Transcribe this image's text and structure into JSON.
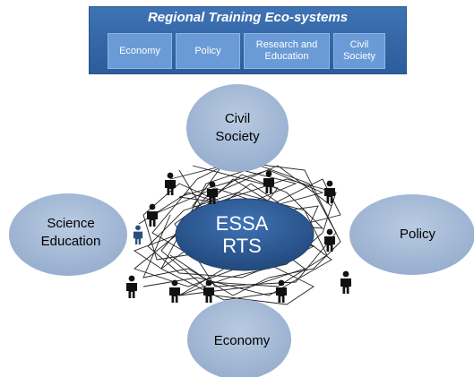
{
  "banner": {
    "title": "Regional Training Eco-systems",
    "boxes": [
      "Economy",
      "Policy",
      "Research and\nEducation",
      "Civil\nSociety"
    ]
  },
  "center": {
    "label": "ESSA\nRTS"
  },
  "nodes": {
    "civil_society": "Civil\nSociety",
    "science_education": "Science\nEducation",
    "policy": "Policy",
    "economy": "Economy"
  },
  "colors": {
    "banner": "#2f5f9f",
    "banner_box": "#6a9bd6",
    "node_fill": "#a8bcd7",
    "center_fill": "#2d5c98",
    "people": "#111111"
  },
  "icons": {
    "person": "person-icon"
  }
}
